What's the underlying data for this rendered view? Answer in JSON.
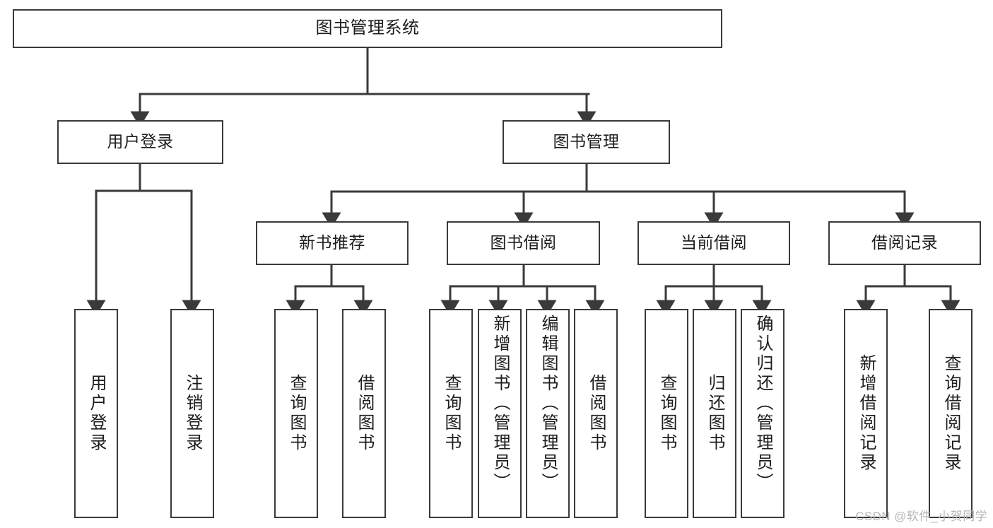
{
  "diagram": {
    "title": "图书管理系统",
    "type": "tree",
    "orientation": "top-down",
    "colors": {
      "box_border": "#3a3a3a",
      "box_fill": "#ffffff",
      "connector": "#3a3a3a",
      "text": "#1d1d1d",
      "watermark": "#b6b6b6",
      "background": "#ffffff"
    },
    "watermark": "CSDN @软件_小贺同学",
    "nodes": {
      "root": {
        "label": "图书管理系统",
        "level": 1
      },
      "user_login": {
        "label": "用户登录",
        "level": 2
      },
      "book_manage": {
        "label": "图书管理",
        "level": 2
      },
      "new_book_rec": {
        "label": "新书推荐",
        "level": 3
      },
      "book_borrow": {
        "label": "图书借阅",
        "level": 3
      },
      "current_borrow": {
        "label": "当前借阅",
        "level": 3
      },
      "borrow_record": {
        "label": "借阅记录",
        "level": 3
      },
      "leaf_user_login": {
        "label": "用户登录",
        "level": 4
      },
      "leaf_logout": {
        "label": "注销登录",
        "level": 4
      },
      "leaf_query_book_1": {
        "label": "查询图书",
        "level": 4
      },
      "leaf_borrow_book_1": {
        "label": "借阅图书",
        "level": 4
      },
      "leaf_query_book_2": {
        "label": "查询图书",
        "level": 4
      },
      "leaf_add_book": {
        "label": "新增图书（管理员）",
        "level": 4
      },
      "leaf_edit_book": {
        "label": "编辑图书（管理员）",
        "level": 4
      },
      "leaf_borrow_book_2": {
        "label": "借阅图书",
        "level": 4
      },
      "leaf_query_book_3": {
        "label": "查询图书",
        "level": 4
      },
      "leaf_return_book": {
        "label": "归还图书",
        "level": 4
      },
      "leaf_confirm_return": {
        "label": "确认归还（管理员）",
        "level": 4
      },
      "leaf_add_record": {
        "label": "新增借阅记录",
        "level": 4
      },
      "leaf_query_record": {
        "label": "查询借阅记录",
        "level": 4
      }
    },
    "edges": [
      {
        "from": "root",
        "to": "user_login"
      },
      {
        "from": "root",
        "to": "book_manage"
      },
      {
        "from": "user_login",
        "to": "leaf_user_login"
      },
      {
        "from": "user_login",
        "to": "leaf_logout"
      },
      {
        "from": "book_manage",
        "to": "new_book_rec"
      },
      {
        "from": "book_manage",
        "to": "book_borrow"
      },
      {
        "from": "book_manage",
        "to": "current_borrow"
      },
      {
        "from": "book_manage",
        "to": "borrow_record"
      },
      {
        "from": "new_book_rec",
        "to": "leaf_query_book_1"
      },
      {
        "from": "new_book_rec",
        "to": "leaf_borrow_book_1"
      },
      {
        "from": "book_borrow",
        "to": "leaf_query_book_2"
      },
      {
        "from": "book_borrow",
        "to": "leaf_add_book"
      },
      {
        "from": "book_borrow",
        "to": "leaf_edit_book"
      },
      {
        "from": "book_borrow",
        "to": "leaf_borrow_book_2"
      },
      {
        "from": "current_borrow",
        "to": "leaf_query_book_3"
      },
      {
        "from": "current_borrow",
        "to": "leaf_return_book"
      },
      {
        "from": "current_borrow",
        "to": "leaf_confirm_return"
      },
      {
        "from": "borrow_record",
        "to": "leaf_add_record"
      },
      {
        "from": "borrow_record",
        "to": "leaf_query_record"
      }
    ]
  }
}
